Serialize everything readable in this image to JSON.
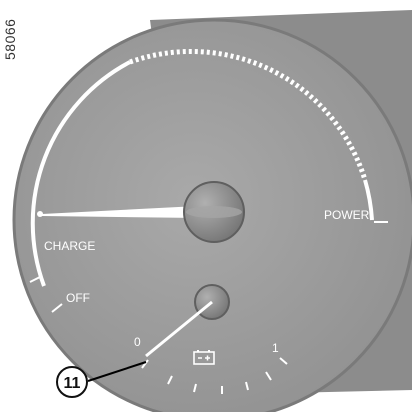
{
  "figure": {
    "reference_id": "58066"
  },
  "power_gauge": {
    "charge_label": "CHARGE",
    "power_label": "POWER",
    "off_label": "OFF"
  },
  "battery_gauge": {
    "min_label": "0",
    "max_label": "1",
    "icon": "battery-icon"
  },
  "callout": {
    "number": "11"
  },
  "colors": {
    "dial_face": "#9c9c9c",
    "dial_edge": "#6f6f6f",
    "pointer": "#ffffff",
    "hub": "#8a8a8a"
  }
}
